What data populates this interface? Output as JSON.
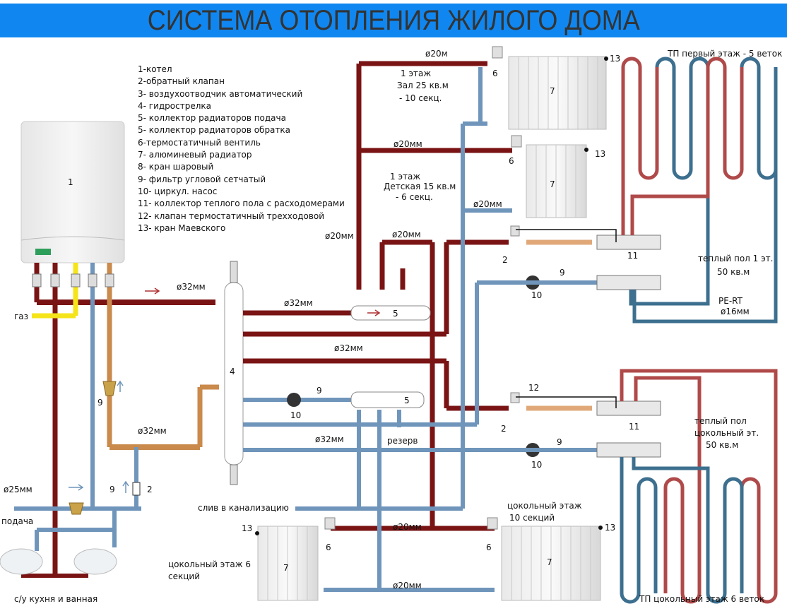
{
  "title": "СИСТЕМА ОТОПЛЕНИЯ ЖИЛОГО ДОМА",
  "colors": {
    "title_bar": "#1087f0",
    "supply_pipe": "#7a1414",
    "return_pipe": "#6f95bb",
    "gas_pipe": "#f5e41a",
    "mixed_pipe": "#c98a4c",
    "floor_hot": "#b04a4a",
    "floor_cold": "#3d6f8f"
  },
  "legend": [
    "1-котел",
    "2-обратный клапан",
    "3- воздухоотводчик автоматический",
    "4- гидрострелка",
    "5- коллектор радиаторов подача",
    "5- коллектор радиаторов обратка",
    "6-термостатичный вентиль",
    "7- алюминевый радиатор",
    "8- кран шаровый",
    "9- фильтр угловой сетчатый",
    "10- циркул. насос",
    "11- коллектор теплого пола с расходомерами",
    "12- клапан термостатичный трехходовой",
    "13- кран Маевского"
  ],
  "labels": {
    "boiler": "1",
    "gas": "газ",
    "supply_water": "подача",
    "sinks": "с/у кухня и ванная",
    "drain": "слив в канализацию",
    "reserve": "резерв",
    "hydro_arrow": "4",
    "collector_supply": "5",
    "collector_return": "5",
    "room1_line1": "1 этаж",
    "room1_line2": "Зал 25 кв.м",
    "room1_line3": "- 10 секц.",
    "room2_line1": "1 этаж",
    "room2_line2": "Детская 15 кв.м",
    "room2_line3": "- 6 секц.",
    "tp1_title": "ТП первый этаж - 5 веток",
    "tp1_area_line1": "теплый пол 1 эт.",
    "tp1_area_line2": "50 кв.м",
    "pipe_material": "PE-RT",
    "tp2_title": "ТП цокольный этаж 6 веток",
    "tp2_area_line1": "теплый пол",
    "tp2_area_line2": "цокольный эт.",
    "tp2_area_line3": "50 кв.м",
    "basement_left_line1": "цокольный этаж 6",
    "basement_left_line2": "секций",
    "basement_right_line1": "цокольный этаж",
    "basement_right_line2": "10 секций"
  },
  "diameters": {
    "d20m": "ø20м",
    "d20": "ø20мм",
    "d32": "ø32мм",
    "d25": "ø25мм",
    "d16": "ø16мм"
  },
  "markers": {
    "n2": "2",
    "n6": "6",
    "n7": "7",
    "n9": "9",
    "n10": "10",
    "n11": "11",
    "n12": "12",
    "n13": "13"
  }
}
